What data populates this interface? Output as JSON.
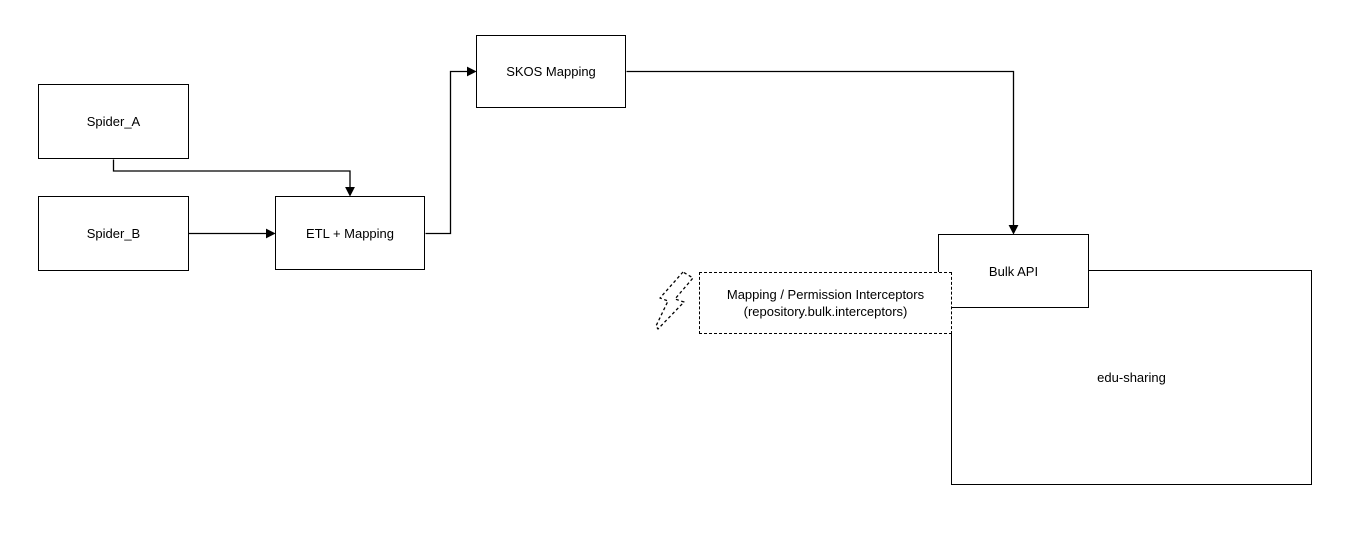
{
  "diagram": {
    "background_color": "#ffffff",
    "stroke_color": "#000000",
    "nodes": {
      "spider_a": {
        "label": "Spider_A"
      },
      "spider_b": {
        "label": "Spider_B"
      },
      "etl": {
        "label": "ETL + Mapping"
      },
      "skos": {
        "label": "SKOS Mapping"
      },
      "bulk_api": {
        "label": "Bulk API"
      },
      "edu_sharing": {
        "label": "edu-sharing"
      },
      "interceptors": {
        "label_line1": "Mapping / Permission Interceptors",
        "label_line2": "(repository.bulk.interceptors)"
      }
    },
    "icons": [
      {
        "name": "lightning-icon",
        "style": "dashed-outline"
      }
    ],
    "edges": [
      {
        "from": "Spider_A",
        "to": "ETL + Mapping",
        "arrow": "down"
      },
      {
        "from": "Spider_B",
        "to": "ETL + Mapping",
        "arrow": "right"
      },
      {
        "from": "ETL + Mapping",
        "to": "SKOS Mapping",
        "arrow": "right"
      },
      {
        "from": "SKOS Mapping",
        "to": "Bulk API",
        "arrow": "down"
      }
    ]
  }
}
